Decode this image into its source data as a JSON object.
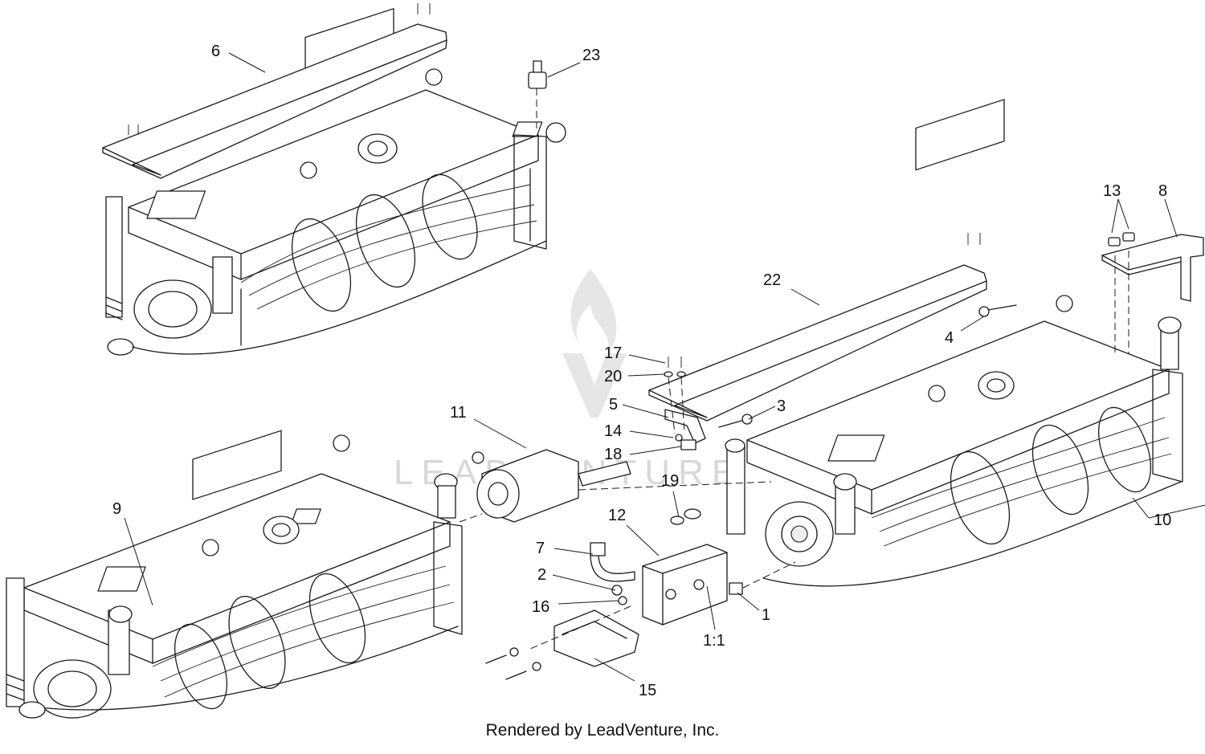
{
  "watermark": {
    "text": "LEADVENTURE"
  },
  "credit": "Rendered by LeadVenture, Inc.",
  "callouts": [
    {
      "id": "c1",
      "label": "1"
    },
    {
      "id": "c11b",
      "label": "1:1"
    },
    {
      "id": "c2",
      "label": "2"
    },
    {
      "id": "c3",
      "label": "3"
    },
    {
      "id": "c4",
      "label": "4"
    },
    {
      "id": "c5",
      "label": "5"
    },
    {
      "id": "c6",
      "label": "6"
    },
    {
      "id": "c7",
      "label": "7"
    },
    {
      "id": "c8",
      "label": "8"
    },
    {
      "id": "c9",
      "label": "9"
    },
    {
      "id": "c10",
      "label": "10"
    },
    {
      "id": "c11",
      "label": "11"
    },
    {
      "id": "c12",
      "label": "12"
    },
    {
      "id": "c13",
      "label": "13"
    },
    {
      "id": "c14",
      "label": "14"
    },
    {
      "id": "c15",
      "label": "15"
    },
    {
      "id": "c16",
      "label": "16"
    },
    {
      "id": "c17",
      "label": "17"
    },
    {
      "id": "c18",
      "label": "18"
    },
    {
      "id": "c19",
      "label": "19"
    },
    {
      "id": "c20",
      "label": "20"
    },
    {
      "id": "c22",
      "label": "22"
    },
    {
      "id": "c23",
      "label": "23"
    }
  ]
}
